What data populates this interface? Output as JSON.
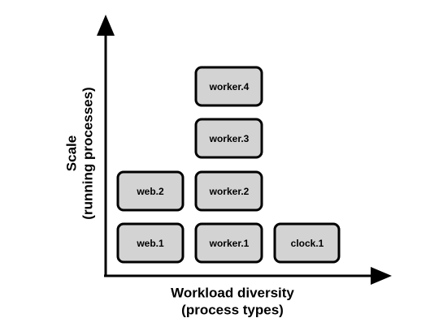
{
  "x_axis": {
    "line1": "Workload diversity",
    "line2": "(process types)"
  },
  "y_axis": {
    "line1": "Scale",
    "line2": "(running processes)"
  },
  "processes": [
    {
      "type": "web",
      "label": "web.1"
    },
    {
      "type": "web",
      "label": "web.2"
    },
    {
      "type": "worker",
      "label": "worker.1"
    },
    {
      "type": "worker",
      "label": "worker.2"
    },
    {
      "type": "worker",
      "label": "worker.3"
    },
    {
      "type": "worker",
      "label": "worker.4"
    },
    {
      "type": "clock",
      "label": "clock.1"
    }
  ],
  "colors": {
    "box_fill": "#d3d3d3",
    "box_stroke": "#000000",
    "axis": "#000000"
  }
}
